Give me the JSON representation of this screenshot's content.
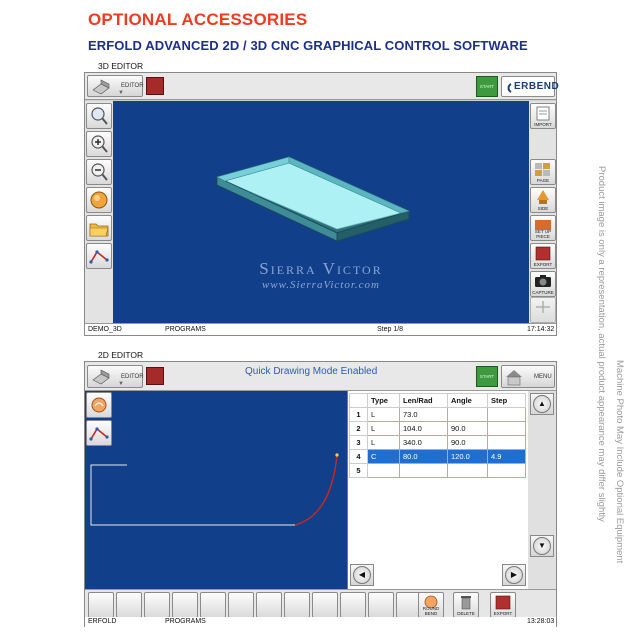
{
  "header": {
    "title": "OPTIONAL ACCESSORIES",
    "subtitle": "ERFOLD ADVANCED  2D / 3D CNC GRAPHICAL CONTROL SOFTWARE"
  },
  "side_notes": {
    "note1": "Product image is only a representation, actual product appearance may differ slightly",
    "note2": "Machine Photo May Include Optional Equipment"
  },
  "editor3d": {
    "label": "3D EDITOR",
    "editor_btn": "EDITOR",
    "start_label": "START",
    "brand": "ERBEND",
    "right_buttons": [
      "IMPORT",
      "",
      "PAGE",
      "SIDE",
      "SET UP PIECE",
      "EXPORT",
      "CAPTURE",
      ""
    ],
    "watermark_line1": "Sierra Victor",
    "watermark_line2": "www.SierraVictor.com",
    "status": {
      "file": "DEMO_3D",
      "section": "PROGRAMS",
      "step": "Step 1/8",
      "time": "17:14:32"
    }
  },
  "editor2d": {
    "label": "2D EDITOR",
    "editor_btn": "EDITOR",
    "mode_text": "Quick Drawing Mode Enabled",
    "start_label": "START",
    "menu_label": "MENU",
    "table": {
      "headers": [
        "",
        "Type",
        "Len/Rad",
        "Angle",
        "Step"
      ],
      "rows": [
        {
          "idx": "1",
          "type": "L",
          "len": "73.0",
          "angle": "",
          "step": ""
        },
        {
          "idx": "2",
          "type": "L",
          "len": "104.0",
          "angle": "90.0",
          "step": ""
        },
        {
          "idx": "3",
          "type": "L",
          "len": "340.0",
          "angle": "90.0",
          "step": ""
        },
        {
          "idx": "4",
          "type": "C",
          "len": "80.0",
          "angle": "120.0",
          "step": "4.9"
        },
        {
          "idx": "5",
          "type": "",
          "len": "",
          "angle": "",
          "step": ""
        }
      ],
      "selected_row": 4
    },
    "bottom_buttons": [
      "ROUND BEND",
      "DELETE",
      "EXPORT"
    ],
    "status": {
      "file": "ERFOLD",
      "section": "PROGRAMS",
      "time": "13:28:03"
    }
  },
  "colors": {
    "title_orange": "#ef3b1e",
    "subtitle_blue": "#1c2f8c",
    "canvas_blue": "#123f8a",
    "tray_cyan": "#9fe9ee",
    "selection_blue": "#1f6fd1",
    "start_green": "#3f9a3f",
    "arc_red": "#c8281e"
  }
}
